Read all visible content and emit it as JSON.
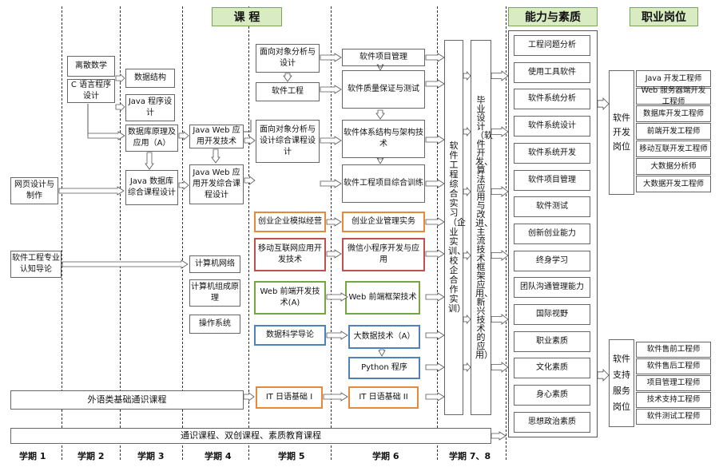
{
  "headers": {
    "courses": "课  程",
    "abilities": "能力与素质",
    "jobs": "职业岗位"
  },
  "semesters": [
    "学期 1",
    "学期 2",
    "学期 3",
    "学期 4",
    "学期 5",
    "学期 6",
    "学期 7、8"
  ],
  "courses": {
    "intro_web": "网页设计与制作",
    "intro_se": "软件工程专业认知导论",
    "lang": "外语类基础通识课程",
    "general": "通识课程、双创课程、素质教育课程",
    "discrete": "离散数学",
    "c_lang": "C 语言程序设计",
    "data_struct": "数据结构",
    "java": "Java 程序设计",
    "db": "数据库原理及应用（A）",
    "db_design": "Java 数据库综合课程设计",
    "javaweb": "Java Web 应用开发技术",
    "javaweb_design": "Java Web 应用开发综合课程设计",
    "network": "计算机网络",
    "organization": "计算机组成原理",
    "os": "操作系统",
    "oo": "面向对象分析与设计",
    "se": "软件工程",
    "oo_design": "面向对象分析与设计综合课程设计",
    "startup_sim": "创业企业模拟经营",
    "mobile": "移动互联网应用开发技术",
    "web_front": "Web 前端开发技术(A)",
    "data_sci": "数据科学导论",
    "it_jp1": "IT 日语基础 I",
    "pm": "软件项目管理",
    "qa": "软件质量保证与测试",
    "arch": "软件体系结构与架构技术",
    "project": "软件工程项目综合训练",
    "startup_mgmt": "创业企业管理实务",
    "wechat": "微信小程序开发与应用",
    "web_fw": "Web 前端框架技术",
    "bigdata": "大数据技术（A）",
    "python": "Python 程序",
    "it_jp2": "IT 日语基础 II",
    "internship": "软件工程综合实习（企业实训、校企合作实训）",
    "graduation": "毕业设计（软件开发、算法应用与改进、主流技术框架应用、新兴技术的应用）"
  },
  "abilities": [
    "工程问题分析",
    "使用工具软件",
    "软件系统分析",
    "软件系统设计",
    "软件系统开发",
    "软件项目管理",
    "软件测试",
    "创新创业能力",
    "终身学习",
    "团队沟通管理能力",
    "国际视野",
    "职业素质",
    "文化素质",
    "身心素质",
    "思想政治素质"
  ],
  "dev_jobs": {
    "category": "软件开发岗位",
    "items": [
      "Java 开发工程师",
      "Web 服务器端开发工程师",
      "数据库开发工程师",
      "前端开发工程师",
      "移动互联开发工程师",
      "大数据分析师",
      "大数据开发工程师"
    ]
  },
  "support_jobs": {
    "category": "软件支持服务岗位",
    "items": [
      "软件售前工程师",
      "软件售后工程师",
      "项目管理工程师",
      "技术支持工程师",
      "软件测试工程师"
    ]
  }
}
